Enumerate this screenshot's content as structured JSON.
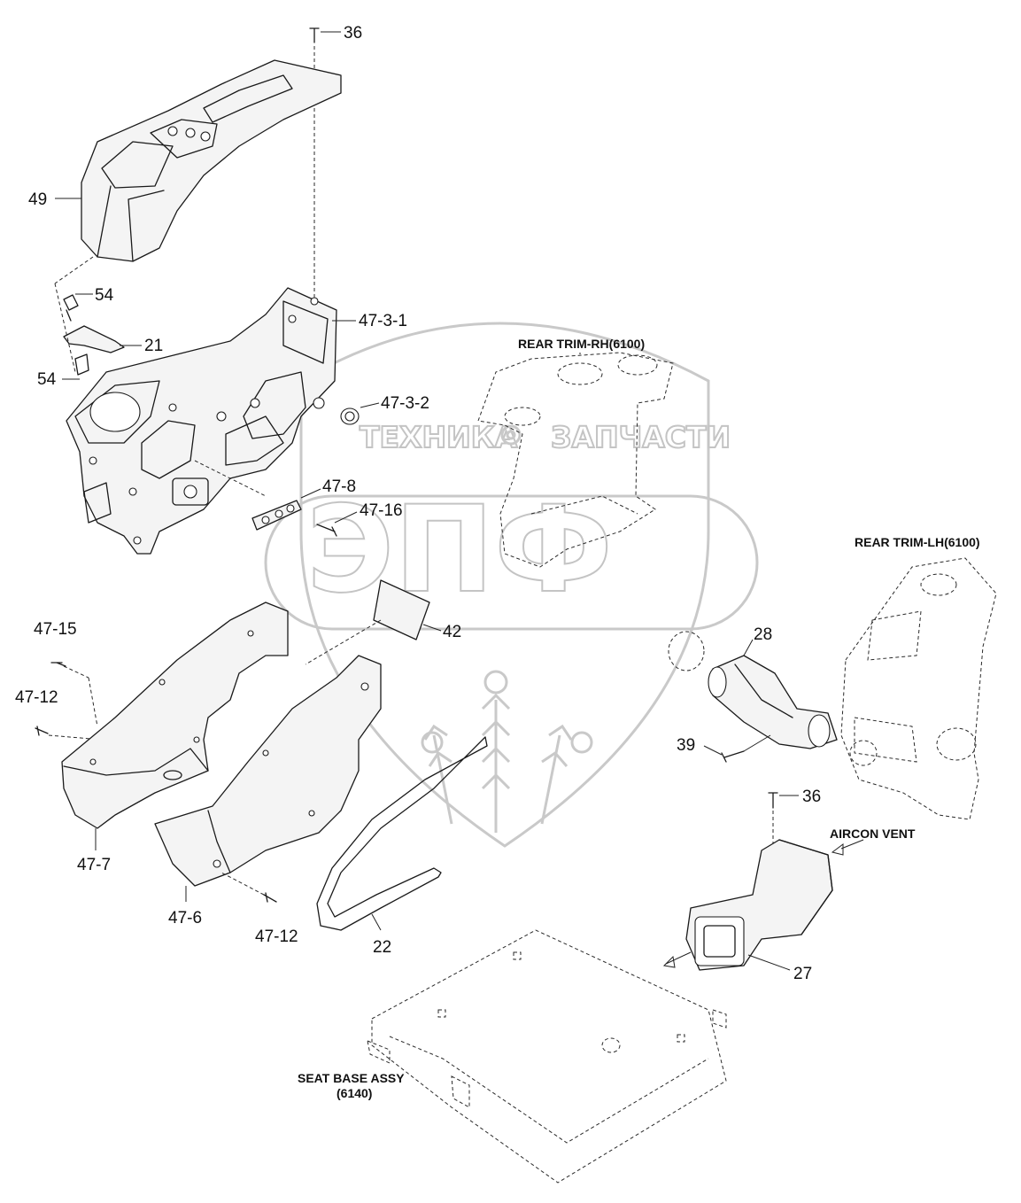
{
  "watermark": {
    "left_text": "ТЕХНИКА",
    "right_text": "ЗАПЧАСТИ",
    "logo_text": "ЭПФ"
  },
  "labels": {
    "rear_trim_rh": "REAR TRIM-RH(6100)",
    "rear_trim_lh": "REAR TRIM-LH(6100)",
    "aircon_vent": "AIRCON VENT",
    "seat_base_line1": "SEAT BASE ASSY",
    "seat_base_line2": "(6140)"
  },
  "callouts": [
    "36",
    "49",
    "54",
    "21",
    "54",
    "47-3-1",
    "47-3-2",
    "47-8",
    "47-16",
    "42",
    "47-15",
    "47-12",
    "47-7",
    "47-6",
    "47-12",
    "22",
    "28",
    "39",
    "36",
    "27"
  ]
}
